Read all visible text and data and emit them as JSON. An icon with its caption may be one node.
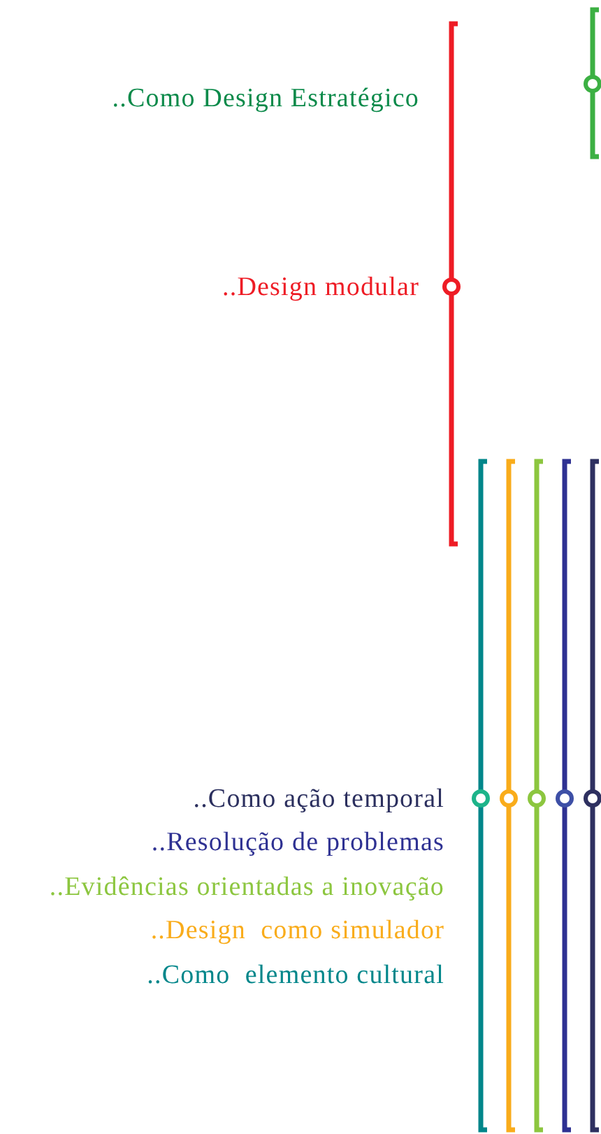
{
  "diagram": {
    "nodes": [
      {
        "text": [],
        "shape": "bar"
      },
      {
        "text": [],
        "shape": "bar"
      },
      {
        "text": [],
        "shape": "bar"
      },
      {
        "text": [],
        "shape": "bar"
      },
      {
        "text": [],
        "shape": "bar"
      },
      {
        "text": [],
        "shape": "bar"
      },
      {
        "text": [],
        "shape": "bar"
      }
    ],
    "labels": [
      "..Como Design Estratégico",
      "..Design modular",
      "..Como ação temporal",
      "..Resolução de problemas",
      "..Evidências orientadas a inovação",
      "..Design  como simulador",
      "..Como  elemento cultural"
    ]
  }
}
